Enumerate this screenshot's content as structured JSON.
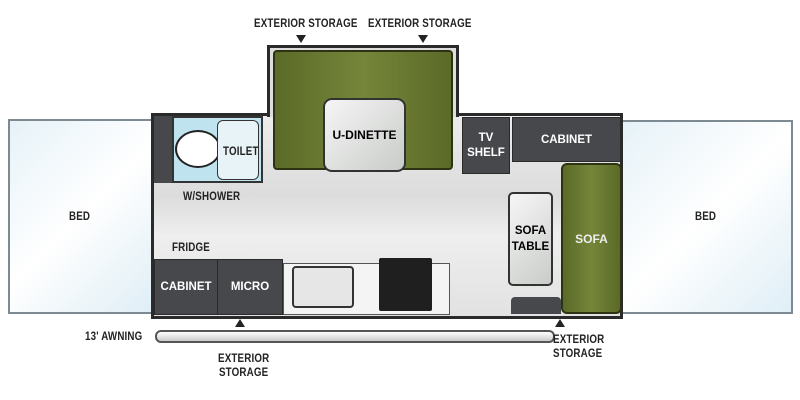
{
  "labels": {
    "exterior_storage": "EXTERIOR STORAGE",
    "exterior": "EXTERIOR",
    "storage": "STORAGE",
    "bed": "BED",
    "toilet": "TOILET",
    "w_shower": "W/SHOWER",
    "u_dinette": "U-DINETTE",
    "tv": "TV",
    "shelf": "SHELF",
    "cabinet": "CABINET",
    "sofa": "SOFA",
    "table": "TABLE",
    "fridge": "FRIDGE",
    "micro": "MICRO",
    "awning": "13' AWNING"
  }
}
